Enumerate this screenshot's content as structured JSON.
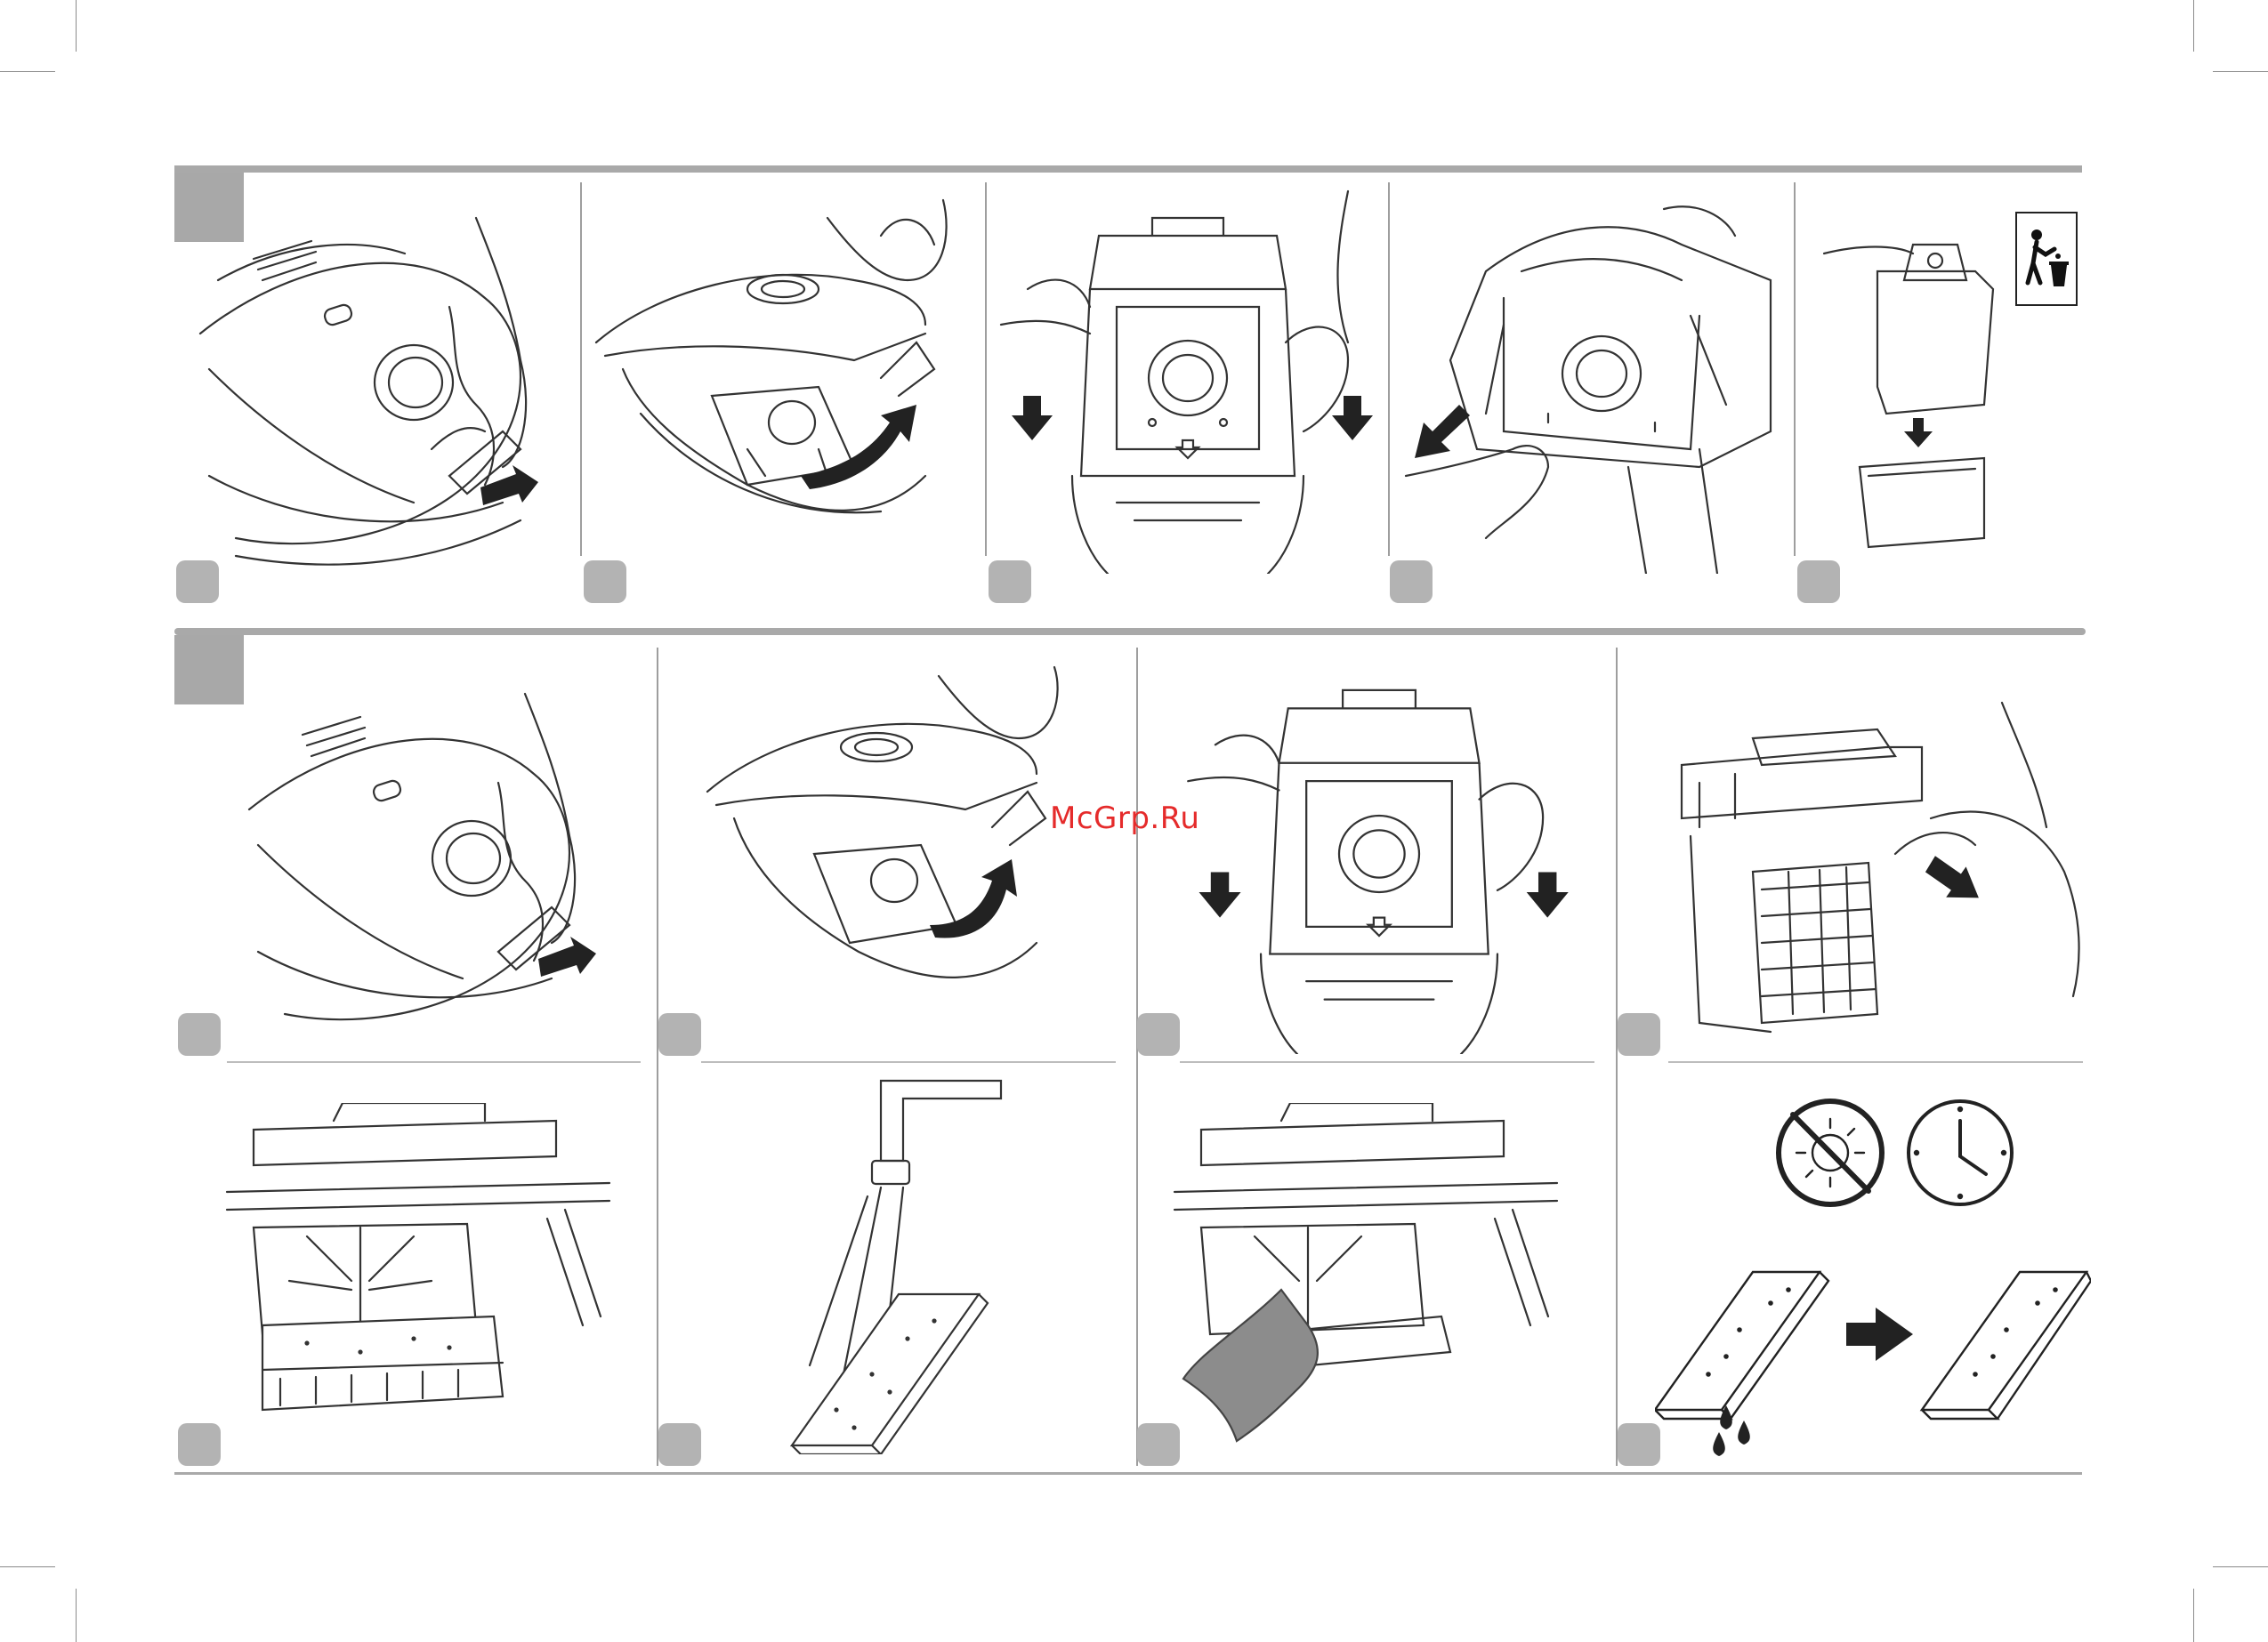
{
  "watermark": "McGrp.Ru",
  "sections": [
    {
      "name": "bag-replacement",
      "steps": 5
    },
    {
      "name": "filter-cleaning",
      "steps": 8
    }
  ],
  "icons": [
    "recycle-bin-icon",
    "no-sun-icon",
    "clock-icon",
    "drying-arrow-icon",
    "water-drops-icon"
  ],
  "colors": {
    "accent": "#e52b2b",
    "badge": "#a8a8a8",
    "line": "#333333"
  }
}
